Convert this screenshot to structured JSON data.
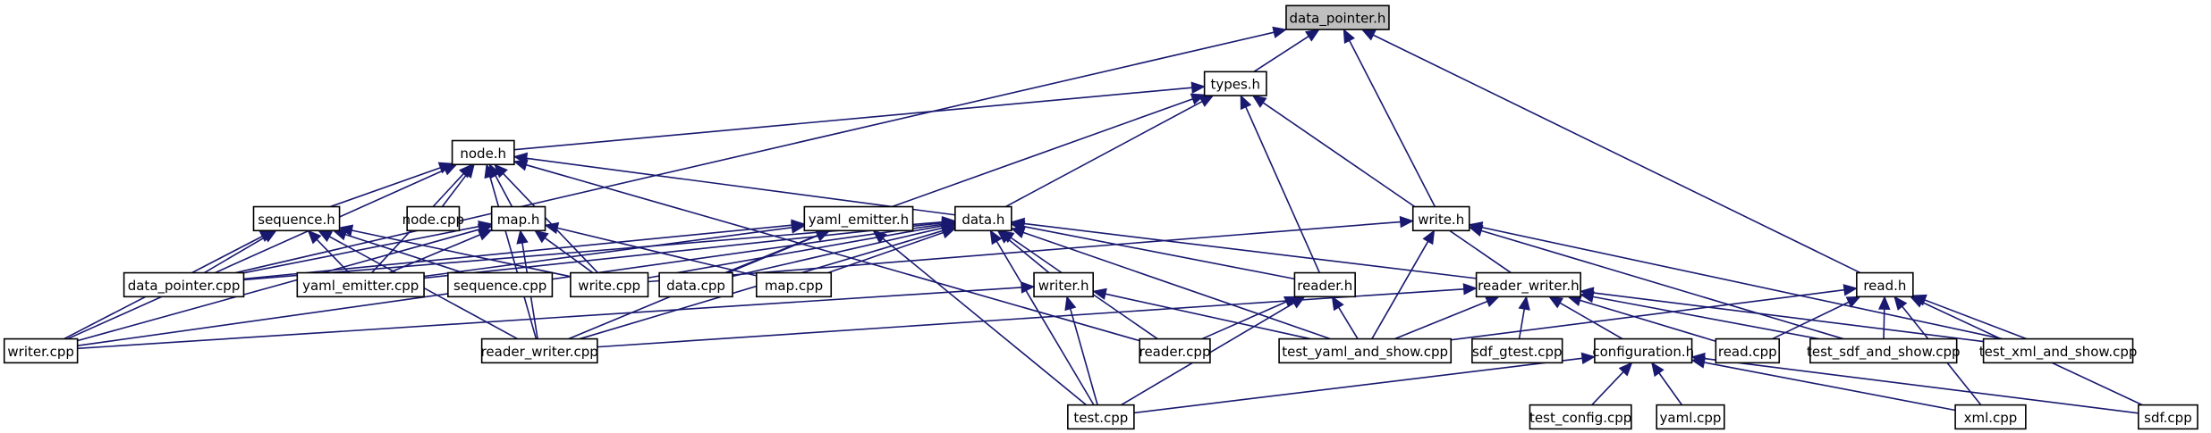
{
  "diagram": {
    "title": "data_pointer.h include dependency graph",
    "root": "data_pointer.h",
    "colors": {
      "edge": "#191970",
      "root_fill": "#bfbfbf",
      "node_fill": "#ffffff",
      "node_border": "#000000"
    },
    "nodes": [
      {
        "id": "data_pointer_h",
        "label": "data_pointer.h",
        "root": true
      },
      {
        "id": "types_h",
        "label": "types.h"
      },
      {
        "id": "node_h",
        "label": "node.h"
      },
      {
        "id": "sequence_h",
        "label": "sequence.h"
      },
      {
        "id": "node_cpp",
        "label": "node.cpp"
      },
      {
        "id": "map_h",
        "label": "map.h"
      },
      {
        "id": "yaml_emitter_h",
        "label": "yaml_emitter.h"
      },
      {
        "id": "data_h",
        "label": "data.h"
      },
      {
        "id": "write_h",
        "label": "write.h"
      },
      {
        "id": "data_pointer_cpp",
        "label": "data_pointer.cpp"
      },
      {
        "id": "yaml_emitter_cpp",
        "label": "yaml_emitter.cpp"
      },
      {
        "id": "sequence_cpp",
        "label": "sequence.cpp"
      },
      {
        "id": "write_cpp",
        "label": "write.cpp"
      },
      {
        "id": "data_cpp",
        "label": "data.cpp"
      },
      {
        "id": "map_cpp",
        "label": "map.cpp"
      },
      {
        "id": "writer_h",
        "label": "writer.h"
      },
      {
        "id": "reader_h",
        "label": "reader.h"
      },
      {
        "id": "reader_writer_h",
        "label": "reader_writer.h"
      },
      {
        "id": "read_h",
        "label": "read.h"
      },
      {
        "id": "writer_cpp",
        "label": "writer.cpp"
      },
      {
        "id": "reader_writer_cpp",
        "label": "reader_writer.cpp"
      },
      {
        "id": "reader_cpp",
        "label": "reader.cpp"
      },
      {
        "id": "test_yaml_and_show_cpp",
        "label": "test_yaml_and_show.cpp"
      },
      {
        "id": "sdf_gtest_cpp",
        "label": "sdf_gtest.cpp"
      },
      {
        "id": "configuration_h",
        "label": "configuration.h"
      },
      {
        "id": "read_cpp",
        "label": "read.cpp"
      },
      {
        "id": "test_sdf_and_show_cpp",
        "label": "test_sdf_and_show.cpp"
      },
      {
        "id": "test_xml_and_show_cpp",
        "label": "test_xml_and_show.cpp"
      },
      {
        "id": "test_cpp",
        "label": "test.cpp"
      },
      {
        "id": "test_config_cpp",
        "label": "test_config.cpp"
      },
      {
        "id": "yaml_cpp",
        "label": "yaml.cpp"
      },
      {
        "id": "xml_cpp",
        "label": "xml.cpp"
      },
      {
        "id": "sdf_cpp",
        "label": "sdf.cpp"
      }
    ],
    "edges": [
      [
        "types_h",
        "data_pointer_h"
      ],
      [
        "data_pointer_cpp",
        "data_pointer_h"
      ],
      [
        "write_h",
        "data_pointer_h"
      ],
      [
        "read_h",
        "data_pointer_h"
      ],
      [
        "node_h",
        "types_h"
      ],
      [
        "yaml_emitter_h",
        "types_h"
      ],
      [
        "data_h",
        "types_h"
      ],
      [
        "reader_h",
        "types_h"
      ],
      [
        "reader_writer_h",
        "types_h"
      ],
      [
        "sequence_h",
        "node_h"
      ],
      [
        "node_cpp",
        "node_h"
      ],
      [
        "map_h",
        "node_h"
      ],
      [
        "data_h",
        "node_h"
      ],
      [
        "yaml_emitter_cpp",
        "node_h"
      ],
      [
        "write_cpp",
        "node_h"
      ],
      [
        "writer_cpp",
        "node_h"
      ],
      [
        "reader_writer_cpp",
        "node_h"
      ],
      [
        "reader_cpp",
        "node_h"
      ],
      [
        "data_pointer_cpp",
        "sequence_h"
      ],
      [
        "yaml_emitter_cpp",
        "sequence_h"
      ],
      [
        "sequence_cpp",
        "sequence_h"
      ],
      [
        "write_cpp",
        "sequence_h"
      ],
      [
        "writer_cpp",
        "sequence_h"
      ],
      [
        "reader_writer_cpp",
        "sequence_h"
      ],
      [
        "data_pointer_cpp",
        "map_h"
      ],
      [
        "yaml_emitter_cpp",
        "map_h"
      ],
      [
        "write_cpp",
        "map_h"
      ],
      [
        "map_cpp",
        "map_h"
      ],
      [
        "writer_cpp",
        "map_h"
      ],
      [
        "reader_writer_cpp",
        "map_h"
      ],
      [
        "data_pointer_cpp",
        "yaml_emitter_h"
      ],
      [
        "yaml_emitter_cpp",
        "yaml_emitter_h"
      ],
      [
        "data_cpp",
        "yaml_emitter_h"
      ],
      [
        "reader_writer_cpp",
        "yaml_emitter_h"
      ],
      [
        "test_cpp",
        "yaml_emitter_h"
      ],
      [
        "data_pointer_cpp",
        "data_h"
      ],
      [
        "yaml_emitter_cpp",
        "data_h"
      ],
      [
        "write_cpp",
        "data_h"
      ],
      [
        "data_cpp",
        "data_h"
      ],
      [
        "map_cpp",
        "data_h"
      ],
      [
        "writer_h",
        "data_h"
      ],
      [
        "reader_h",
        "data_h"
      ],
      [
        "reader_writer_h",
        "data_h"
      ],
      [
        "writer_cpp",
        "data_h"
      ],
      [
        "reader_writer_cpp",
        "data_h"
      ],
      [
        "reader_cpp",
        "data_h"
      ],
      [
        "test_yaml_and_show_cpp",
        "data_h"
      ],
      [
        "test_cpp",
        "data_h"
      ],
      [
        "write_cpp",
        "write_h"
      ],
      [
        "test_yaml_and_show_cpp",
        "write_h"
      ],
      [
        "test_sdf_and_show_cpp",
        "write_h"
      ],
      [
        "test_xml_and_show_cpp",
        "write_h"
      ],
      [
        "writer_cpp",
        "writer_h"
      ],
      [
        "test_yaml_and_show_cpp",
        "writer_h"
      ],
      [
        "test_cpp",
        "writer_h"
      ],
      [
        "reader_cpp",
        "reader_h"
      ],
      [
        "test_yaml_and_show_cpp",
        "reader_h"
      ],
      [
        "test_cpp",
        "reader_h"
      ],
      [
        "reader_writer_cpp",
        "reader_writer_h"
      ],
      [
        "test_yaml_and_show_cpp",
        "reader_writer_h"
      ],
      [
        "sdf_gtest_cpp",
        "reader_writer_h"
      ],
      [
        "configuration_h",
        "reader_writer_h"
      ],
      [
        "read_cpp",
        "reader_writer_h"
      ],
      [
        "test_sdf_and_show_cpp",
        "reader_writer_h"
      ],
      [
        "test_xml_and_show_cpp",
        "reader_writer_h"
      ],
      [
        "test_yaml_and_show_cpp",
        "read_h"
      ],
      [
        "read_cpp",
        "read_h"
      ],
      [
        "test_sdf_and_show_cpp",
        "read_h"
      ],
      [
        "test_xml_and_show_cpp",
        "read_h"
      ],
      [
        "xml_cpp",
        "read_h"
      ],
      [
        "sdf_cpp",
        "read_h"
      ],
      [
        "test_cpp",
        "configuration_h"
      ],
      [
        "test_config_cpp",
        "configuration_h"
      ],
      [
        "yaml_cpp",
        "configuration_h"
      ],
      [
        "xml_cpp",
        "configuration_h"
      ],
      [
        "sdf_cpp",
        "configuration_h"
      ]
    ]
  }
}
